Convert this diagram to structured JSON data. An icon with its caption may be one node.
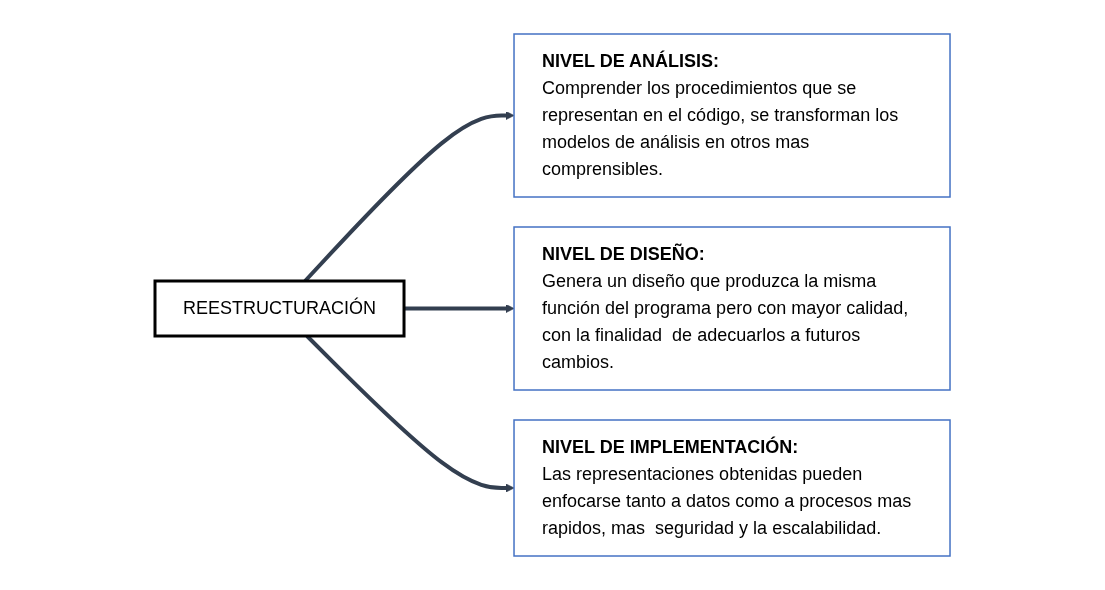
{
  "diagram": {
    "nodes": [
      {
        "text": [
          "REESTRUCTURACIÓN"
        ]
      },
      {
        "text": [
          "NIVEL DE ANÁLISIS:",
          "Comprender los procedimientos que se representan en el código, se transforman los modelos de análisis en otros mas comprensibles."
        ]
      },
      {
        "text": [
          "NIVEL DE DISEÑO:",
          "Genera un diseño que produzca la misma función del programa pero con mayor calidad, con la finalidad  de adecuarlos a futuros cambios."
        ]
      },
      {
        "text": [
          "NIVEL DE IMPLEMENTACIÓN:",
          "Las representaciones obtenidas pueden enfocarse tanto a datos como a procesos mas rapidos, mas  seguridad y la escalabilidad."
        ]
      }
    ],
    "edges": [
      {
        "from": 0,
        "to": 1,
        "arrow": "to"
      },
      {
        "from": 0,
        "to": 2,
        "arrow": "to"
      },
      {
        "from": 0,
        "to": 3,
        "arrow": "to"
      }
    ]
  }
}
